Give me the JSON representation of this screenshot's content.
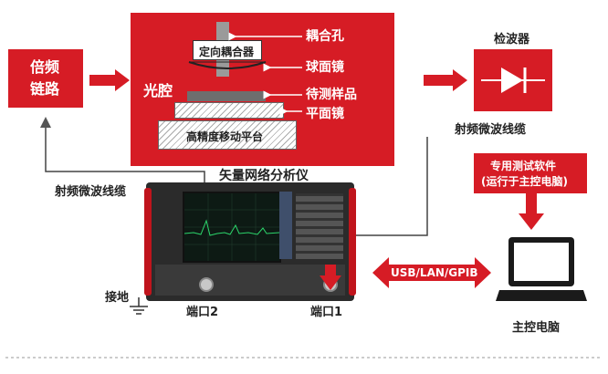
{
  "colors": {
    "red": "#d61c25",
    "dark_red": "#b8141c",
    "line": "#444444",
    "gray": "#8a8a8a"
  },
  "source": {
    "label_line1": "倍频",
    "label_line2": "链路"
  },
  "cavity": {
    "label": "光腔",
    "coupler_box": "定向耦合器",
    "coupling_hole": "耦合孔",
    "spherical_mirror": "球面镜",
    "sample": "待测样品",
    "flat_mirror": "平面镜",
    "stage": "高精度移动平台"
  },
  "detector": {
    "title": "检波器",
    "cable": "射频微波线缆"
  },
  "software": {
    "line1": "专用测试软件",
    "line2": "(运行于主控电脑)"
  },
  "vna": {
    "title": "矢量网络分析仪",
    "port1": "端口1",
    "port2": "端口2",
    "ground": "接地",
    "cable": "射频微波线缆"
  },
  "link": {
    "protocol": "USB/LAN/GPIB"
  },
  "pc": {
    "label": "主控电脑"
  }
}
